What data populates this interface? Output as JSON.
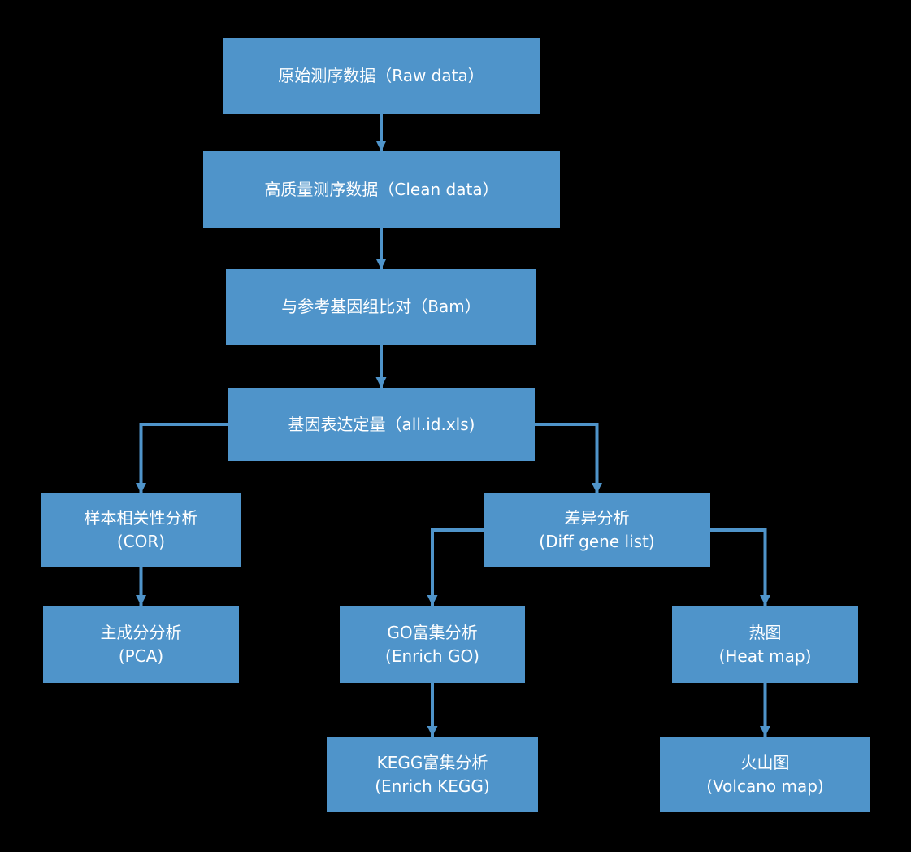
{
  "diagram": {
    "title": "RNA-seq analysis pipeline flowchart",
    "colors": {
      "background": "#000000",
      "node": "#4f94ca",
      "text": "#ffffff",
      "arrow": "#4f94ca"
    },
    "nodes": [
      {
        "id": "raw",
        "label": "原始测序数据（Raw data）"
      },
      {
        "id": "clean",
        "label": "高质量测序数据（Clean data）"
      },
      {
        "id": "bam",
        "label": "与参考基因组比对（Bam）"
      },
      {
        "id": "quant",
        "label": "基因表达定量（all.id.xls)"
      },
      {
        "id": "cor",
        "label": "样本相关性分析\n(COR)"
      },
      {
        "id": "diff",
        "label": "差异分析\n(Diff gene list)"
      },
      {
        "id": "pca",
        "label": "主成分分析\n(PCA)"
      },
      {
        "id": "go",
        "label": "GO富集分析\n(Enrich GO)"
      },
      {
        "id": "heat",
        "label": "热图\n(Heat map)"
      },
      {
        "id": "kegg",
        "label": "KEGG富集分析\n(Enrich KEGG)"
      },
      {
        "id": "volcano",
        "label": "火山图\n(Volcano map)"
      }
    ],
    "edges": [
      {
        "from": "raw",
        "to": "clean"
      },
      {
        "from": "clean",
        "to": "bam"
      },
      {
        "from": "bam",
        "to": "quant"
      },
      {
        "from": "quant",
        "to": "cor"
      },
      {
        "from": "quant",
        "to": "diff"
      },
      {
        "from": "cor",
        "to": "pca"
      },
      {
        "from": "diff",
        "to": "go"
      },
      {
        "from": "diff",
        "to": "heat"
      },
      {
        "from": "go",
        "to": "kegg"
      },
      {
        "from": "heat",
        "to": "volcano"
      }
    ]
  }
}
